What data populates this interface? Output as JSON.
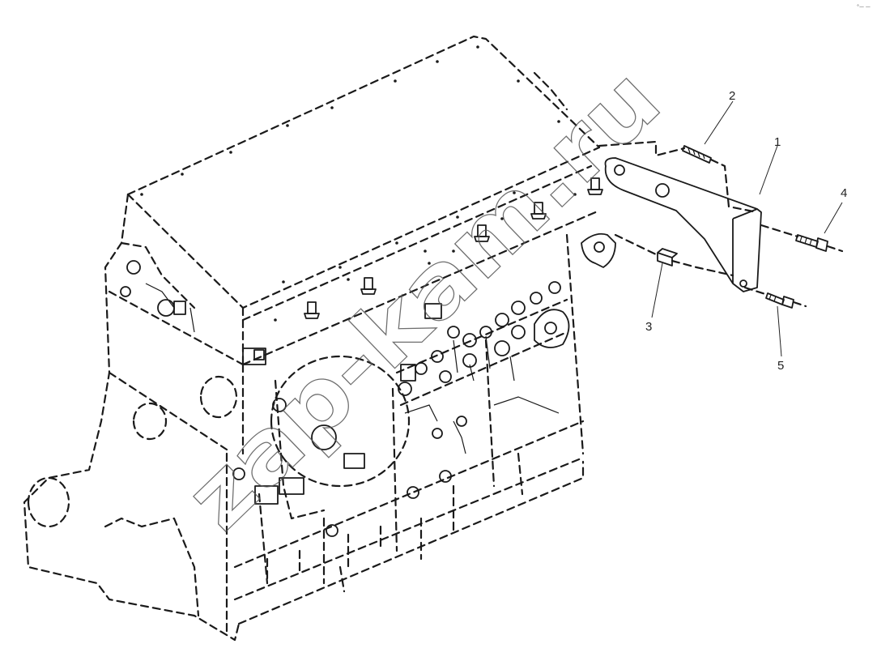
{
  "diagram": {
    "callouts": [
      {
        "id": "1",
        "label": "1",
        "part": "bracket-plate"
      },
      {
        "id": "2",
        "label": "2",
        "part": "stud"
      },
      {
        "id": "3",
        "label": "3",
        "part": "spacer"
      },
      {
        "id": "4",
        "label": "4",
        "part": "capscrew-upper"
      },
      {
        "id": "5",
        "label": "5",
        "part": "capscrew-lower"
      }
    ],
    "watermark": "zap-kam.ru",
    "corner_mark": "°— —"
  }
}
